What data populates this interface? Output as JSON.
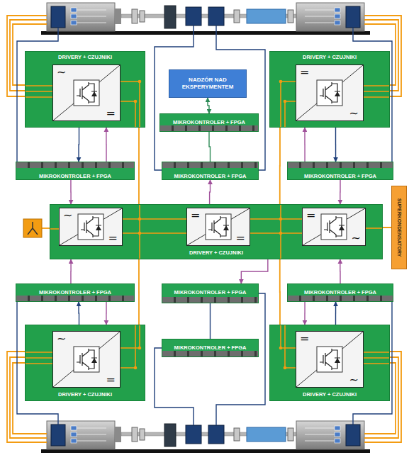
{
  "diagram": {
    "nodes": [
      {
        "text": [
          "DRIVERY + CZUJNIKI"
        ]
      },
      {
        "text": [
          "~",
          "="
        ],
        "in": 0
      },
      {
        "text": [
          "NADZÓR NAD EKSPERYMENTEM"
        ]
      },
      {
        "text": [
          "MIKROKONTROLER + FPGA"
        ]
      },
      {
        "text": [
          "DRIVERY + CZUJNIKI"
        ]
      },
      {
        "text": [
          "=",
          "~"
        ],
        "in": 4
      },
      {
        "text": [
          "MIKROKONTROLER + FPGA"
        ]
      },
      {
        "text": [
          "MIKROKONTROLER + FPGA"
        ]
      },
      {
        "text": [
          "MIKROKONTROLER + FPGA"
        ]
      },
      {
        "text": [
          "DRIVERY + CZUJNIKI"
        ]
      },
      {
        "text": [
          "~",
          "="
        ],
        "in": 9
      },
      {
        "text": [
          "=",
          "="
        ],
        "in": 9
      },
      {
        "text": [
          "=",
          "~"
        ],
        "in": 9
      },
      {
        "text": [
          "SUPERKONDENSATORY"
        ]
      },
      {
        "text": [
          "MIKROKONTROLER + FPGA"
        ]
      },
      {
        "text": [
          "MIKROKONTROLER + FPGA"
        ]
      },
      {
        "text": [
          "MIKROKONTROLER + FPGA"
        ]
      },
      {
        "text": [
          "DRIVERY + CZUJNIKI"
        ]
      },
      {
        "text": [
          "~",
          "="
        ],
        "in": 17
      },
      {
        "text": [
          "MIKROKONTROLER + FPGA"
        ]
      },
      {
        "text": [
          "DRIVERY + CZUJNIKI"
        ]
      },
      {
        "text": [
          "=",
          "~"
        ],
        "in": 20
      }
    ],
    "edges": [
      {
        "from": 2,
        "to": 3,
        "arrow": "both"
      },
      {
        "from": 3,
        "to": 7,
        "arrow": "none"
      },
      {
        "from": 0,
        "to": 6,
        "arrow": "to"
      },
      {
        "from": 4,
        "to": 8,
        "arrow": "to"
      },
      {
        "from": 9,
        "to": 7,
        "arrow": "to"
      },
      {
        "from": 9,
        "to": 15,
        "arrow": "to"
      },
      {
        "from": 17,
        "to": 14,
        "arrow": "to"
      },
      {
        "from": 20,
        "to": 16,
        "arrow": "to"
      },
      {
        "from": 19,
        "to": 15,
        "arrow": "none"
      },
      {
        "from": 0,
        "to": 9,
        "arrow": "none"
      },
      {
        "from": 4,
        "to": 9,
        "arrow": "none"
      },
      {
        "from": 17,
        "to": 9,
        "arrow": "none"
      },
      {
        "from": 20,
        "to": 9,
        "arrow": "none"
      },
      {
        "from": 13,
        "to": 9,
        "arrow": "none"
      },
      {
        "from": 6,
        "to": 9,
        "arrow": "to"
      },
      {
        "from": 8,
        "to": 9,
        "arrow": "to"
      },
      {
        "from": 14,
        "to": 9,
        "arrow": "to"
      },
      {
        "from": 16,
        "to": 9,
        "arrow": "to"
      },
      {
        "from": 6,
        "to": 0,
        "arrow": "to"
      },
      {
        "from": 8,
        "to": 4,
        "arrow": "to"
      },
      {
        "from": 14,
        "to": 17,
        "arrow": "to"
      },
      {
        "from": 16,
        "to": 20,
        "arrow": "to"
      }
    ]
  }
}
